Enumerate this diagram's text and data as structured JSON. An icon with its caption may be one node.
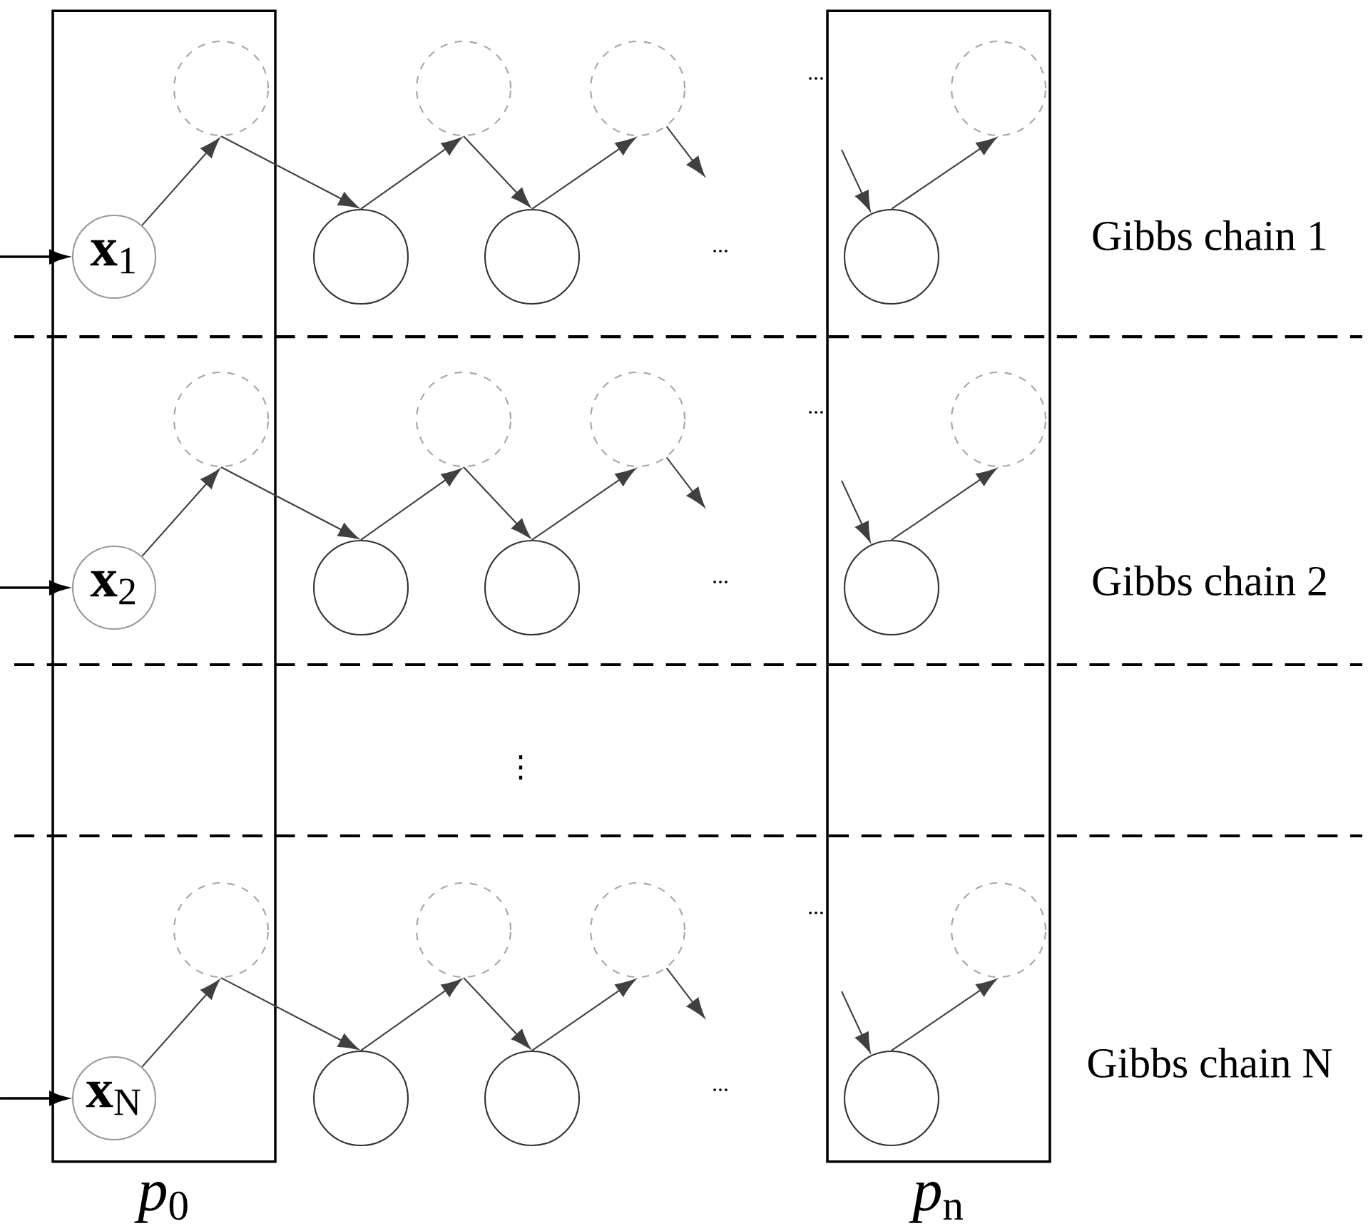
{
  "diagram": {
    "nodes": [
      {
        "text": [
          "*p*$_{0}$"
        ]
      },
      {
        "text": [
          "*p*$_{n}$"
        ]
      },
      {
        "text": [],
        "shape": "circle",
        "in": 0
      },
      {
        "text": [],
        "shape": "circle"
      },
      {
        "text": [],
        "shape": "circle"
      },
      {
        "text": [],
        "shape": "circle",
        "in": 1
      },
      {
        "text": [
          "**x**$_{1}$"
        ],
        "in": 0
      },
      {
        "text": [],
        "shape": "circle"
      },
      {
        "text": [],
        "shape": "circle"
      },
      {
        "text": [],
        "shape": "circle",
        "in": 1
      },
      {
        "text": [],
        "shape": "circle",
        "in": 0
      },
      {
        "text": [],
        "shape": "circle"
      },
      {
        "text": [],
        "shape": "circle"
      },
      {
        "text": [],
        "shape": "circle",
        "in": 1
      },
      {
        "text": [
          "**x**$_{2}$"
        ],
        "in": 0
      },
      {
        "text": [],
        "shape": "circle"
      },
      {
        "text": [],
        "shape": "circle"
      },
      {
        "text": [],
        "shape": "circle",
        "in": 1
      },
      {
        "text": [],
        "shape": "circle",
        "in": 0
      },
      {
        "text": [],
        "shape": "circle"
      },
      {
        "text": [],
        "shape": "circle"
      },
      {
        "text": [],
        "shape": "circle",
        "in": 1
      },
      {
        "text": [
          "**x**$_{N}$"
        ],
        "in": 0
      },
      {
        "text": [],
        "shape": "circle"
      },
      {
        "text": [],
        "shape": "circle"
      },
      {
        "text": [],
        "shape": "circle",
        "in": 1
      }
    ],
    "edges": [
      {
        "from": null,
        "to": 6,
        "arrow": "to"
      },
      {
        "from": 6,
        "to": 2,
        "arrow": "to"
      },
      {
        "from": 2,
        "to": 7,
        "arrow": "to"
      },
      {
        "from": 7,
        "to": 3,
        "arrow": "to"
      },
      {
        "from": 3,
        "to": 8,
        "arrow": "to"
      },
      {
        "from": 8,
        "to": 4,
        "arrow": "to"
      },
      {
        "from": 4,
        "to": null,
        "arrow": "to"
      },
      {
        "from": null,
        "to": 9,
        "arrow": "to"
      },
      {
        "from": 9,
        "to": 5,
        "arrow": "to"
      },
      {
        "from": null,
        "to": 14,
        "arrow": "to"
      },
      {
        "from": 14,
        "to": 10,
        "arrow": "to"
      },
      {
        "from": 10,
        "to": 15,
        "arrow": "to"
      },
      {
        "from": 15,
        "to": 11,
        "arrow": "to"
      },
      {
        "from": 11,
        "to": 16,
        "arrow": "to"
      },
      {
        "from": 16,
        "to": 12,
        "arrow": "to"
      },
      {
        "from": 12,
        "to": null,
        "arrow": "to"
      },
      {
        "from": null,
        "to": 17,
        "arrow": "to"
      },
      {
        "from": 17,
        "to": 13,
        "arrow": "to"
      },
      {
        "from": null,
        "to": 22,
        "arrow": "to"
      },
      {
        "from": 22,
        "to": 18,
        "arrow": "to"
      },
      {
        "from": 18,
        "to": 23,
        "arrow": "to"
      },
      {
        "from": 23,
        "to": 19,
        "arrow": "to"
      },
      {
        "from": 19,
        "to": 24,
        "arrow": "to"
      },
      {
        "from": 24,
        "to": 20,
        "arrow": "to"
      },
      {
        "from": 20,
        "to": null,
        "arrow": "to"
      },
      {
        "from": null,
        "to": 25,
        "arrow": "to"
      },
      {
        "from": 25,
        "to": 21,
        "arrow": "to"
      }
    ],
    "labels": [
      "...",
      "...",
      "Gibbs chain 1",
      "...",
      "...",
      "Gibbs chain 2",
      "⋮",
      "...",
      "...",
      "Gibbs chain N"
    ]
  }
}
